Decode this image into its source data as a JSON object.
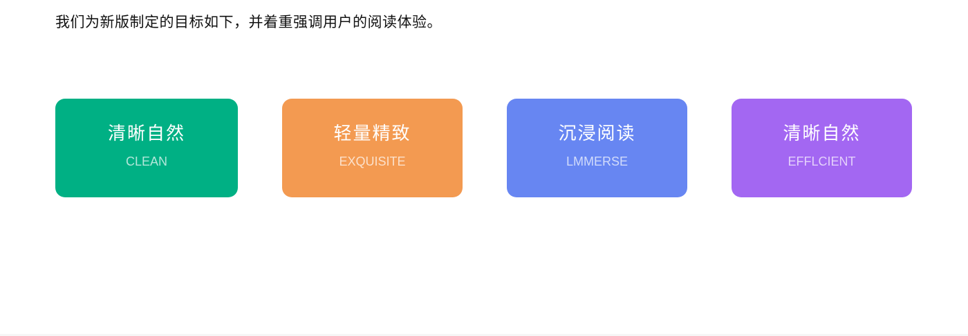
{
  "intro": {
    "text": "我们为新版制定的目标如下，并着重强调用户的阅读体验。"
  },
  "cards": [
    {
      "title": "清晰自然",
      "subtitle": "CLEAN",
      "color": "#00b084"
    },
    {
      "title": "轻量精致",
      "subtitle": "EXQUISITE",
      "color": "#f39a51"
    },
    {
      "title": "沉浸阅读",
      "subtitle": "LMMERSE",
      "color": "#6786f2"
    },
    {
      "title": "清晰自然",
      "subtitle": "EFFLCIENT",
      "color": "#a367f2"
    }
  ]
}
